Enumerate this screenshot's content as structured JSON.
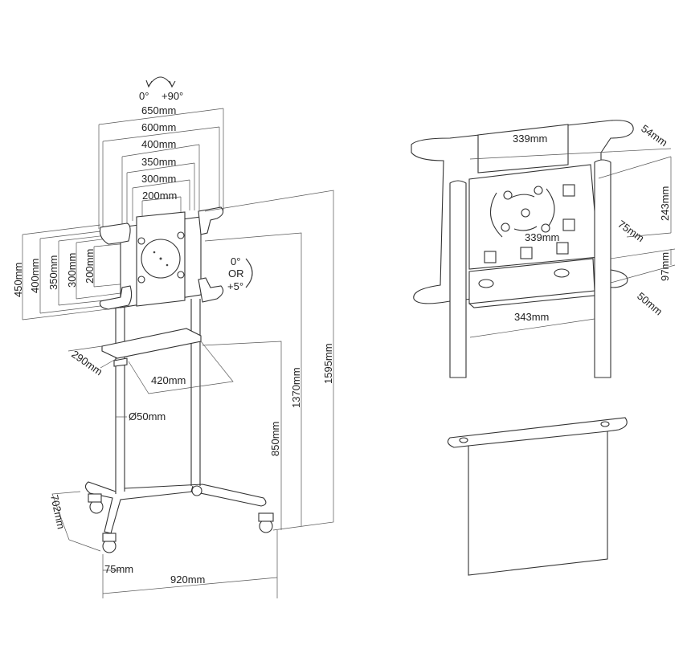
{
  "left_view": {
    "rotation": {
      "from": "0°",
      "to": "+90°"
    },
    "horizontal_vesa": [
      "650mm",
      "600mm",
      "400mm",
      "350mm",
      "300mm",
      "200mm"
    ],
    "vertical_vesa": [
      "450mm",
      "400mm",
      "350mm",
      "300mm",
      "200mm"
    ],
    "tilt": {
      "from": "0°",
      "or": "OR",
      "to": "+5°"
    },
    "shelf_depth": "290mm",
    "shelf_width": "420mm",
    "pole_diameter": "Ø50mm",
    "total_height": "1595mm",
    "max_center_height": "1370mm",
    "shelf_height": "850mm",
    "base_depth": "702mm",
    "wheel": "75mm",
    "base_width": "920mm"
  },
  "right_view": {
    "top_width": "339mm",
    "bracket_depth": "54mm",
    "plate_height": "243mm",
    "offset": "75mm",
    "mid_width": "339mm",
    "lower_height": "97mm",
    "lower_depth": "50mm",
    "bottom_width": "343mm"
  }
}
